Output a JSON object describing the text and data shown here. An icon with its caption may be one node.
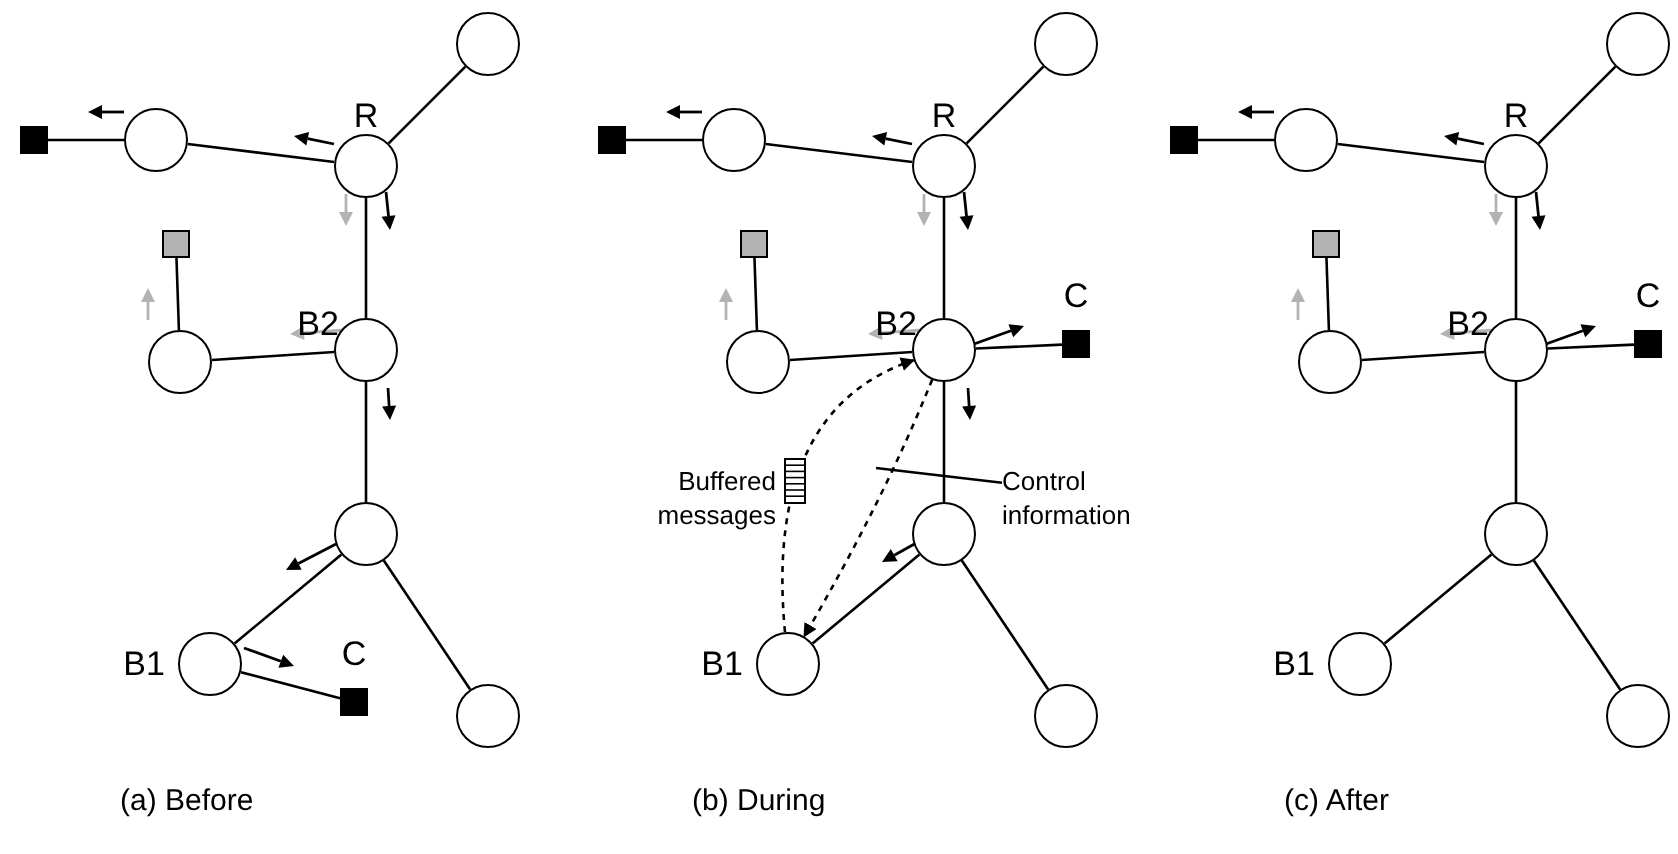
{
  "diagram": {
    "nodes": [
      {
        "text": [],
        "shape": "circle",
        "beside": [
          "R"
        ]
      },
      {
        "text": [],
        "shape": "circle"
      },
      {
        "text": [],
        "shape": "circle"
      },
      {
        "text": [],
        "shape": "box"
      },
      {
        "text": [],
        "shape": "circle",
        "beside": [
          "B2"
        ]
      },
      {
        "text": [],
        "shape": "box"
      },
      {
        "text": [],
        "shape": "circle"
      },
      {
        "text": [],
        "shape": "circle"
      },
      {
        "text": [],
        "shape": "circle",
        "beside": [
          "B1"
        ]
      },
      {
        "text": [],
        "shape": "box",
        "beside": [
          "C"
        ]
      },
      {
        "text": [],
        "shape": "circle"
      },
      {
        "text": [],
        "shape": "circle",
        "beside": [
          "R"
        ]
      },
      {
        "text": [],
        "shape": "circle"
      },
      {
        "text": [],
        "shape": "circle"
      },
      {
        "text": [],
        "shape": "box"
      },
      {
        "text": [],
        "shape": "circle",
        "beside": [
          "B2"
        ]
      },
      {
        "text": [],
        "shape": "box"
      },
      {
        "text": [],
        "shape": "circle"
      },
      {
        "text": [],
        "shape": "circle"
      },
      {
        "text": [],
        "shape": "circle",
        "beside": [
          "B1"
        ]
      },
      {
        "text": [],
        "shape": "box",
        "beside": [
          "C"
        ]
      },
      {
        "text": [],
        "shape": "circle"
      },
      {
        "text": [
          "Control information"
        ]
      },
      {
        "text": [],
        "shape": "circle",
        "beside": [
          "R"
        ]
      },
      {
        "text": [],
        "shape": "circle"
      },
      {
        "text": [],
        "shape": "circle"
      },
      {
        "text": [],
        "shape": "box"
      },
      {
        "text": [],
        "shape": "circle",
        "beside": [
          "B2"
        ]
      },
      {
        "text": [],
        "shape": "box"
      },
      {
        "text": [],
        "shape": "circle"
      },
      {
        "text": [],
        "shape": "circle"
      },
      {
        "text": [],
        "shape": "circle",
        "beside": [
          "B1"
        ]
      },
      {
        "text": [],
        "shape": "box",
        "beside": [
          "C"
        ]
      },
      {
        "text": [],
        "shape": "circle"
      }
    ],
    "edges": [
      {
        "from": 0,
        "to": 1,
        "arrow": "none"
      },
      {
        "from": 0,
        "to": 2,
        "arrow": "none"
      },
      {
        "from": 2,
        "to": 3,
        "arrow": "none"
      },
      {
        "from": 0,
        "to": 4,
        "arrow": "none"
      },
      {
        "from": 4,
        "to": 6,
        "arrow": "none"
      },
      {
        "from": 6,
        "to": 5,
        "arrow": "none"
      },
      {
        "from": 4,
        "to": 7,
        "arrow": "none"
      },
      {
        "from": 7,
        "to": 8,
        "arrow": "none"
      },
      {
        "from": 7,
        "to": 10,
        "arrow": "none"
      },
      {
        "from": 8,
        "to": 9,
        "arrow": "none"
      },
      {
        "from": 11,
        "to": 12,
        "arrow": "none"
      },
      {
        "from": 11,
        "to": 13,
        "arrow": "none"
      },
      {
        "from": 13,
        "to": 14,
        "arrow": "none"
      },
      {
        "from": 11,
        "to": 15,
        "arrow": "none"
      },
      {
        "from": 15,
        "to": 17,
        "arrow": "none"
      },
      {
        "from": 17,
        "to": 16,
        "arrow": "none"
      },
      {
        "from": 15,
        "to": 18,
        "arrow": "none"
      },
      {
        "from": 18,
        "to": 19,
        "arrow": "none"
      },
      {
        "from": 18,
        "to": 21,
        "arrow": "none"
      },
      {
        "from": 15,
        "to": 20,
        "arrow": "none"
      },
      {
        "from": 19,
        "to": 15,
        "arrow": "to",
        "style": "dashed"
      },
      {
        "from": 15,
        "to": 19,
        "arrow": "to",
        "style": "dashed"
      },
      {
        "from": 22,
        "to": null,
        "arrow": "none"
      },
      {
        "from": 23,
        "to": 24,
        "arrow": "none"
      },
      {
        "from": 23,
        "to": 25,
        "arrow": "none"
      },
      {
        "from": 25,
        "to": 26,
        "arrow": "none"
      },
      {
        "from": 23,
        "to": 27,
        "arrow": "none"
      },
      {
        "from": 27,
        "to": 29,
        "arrow": "none"
      },
      {
        "from": 29,
        "to": 28,
        "arrow": "none"
      },
      {
        "from": 27,
        "to": 30,
        "arrow": "none"
      },
      {
        "from": 30,
        "to": 31,
        "arrow": "none"
      },
      {
        "from": 30,
        "to": 33,
        "arrow": "none"
      },
      {
        "from": 27,
        "to": 32,
        "arrow": "none"
      }
    ],
    "labels": [
      "Buffered messages",
      "(a) Before",
      "(b) During",
      "(c) After"
    ]
  }
}
